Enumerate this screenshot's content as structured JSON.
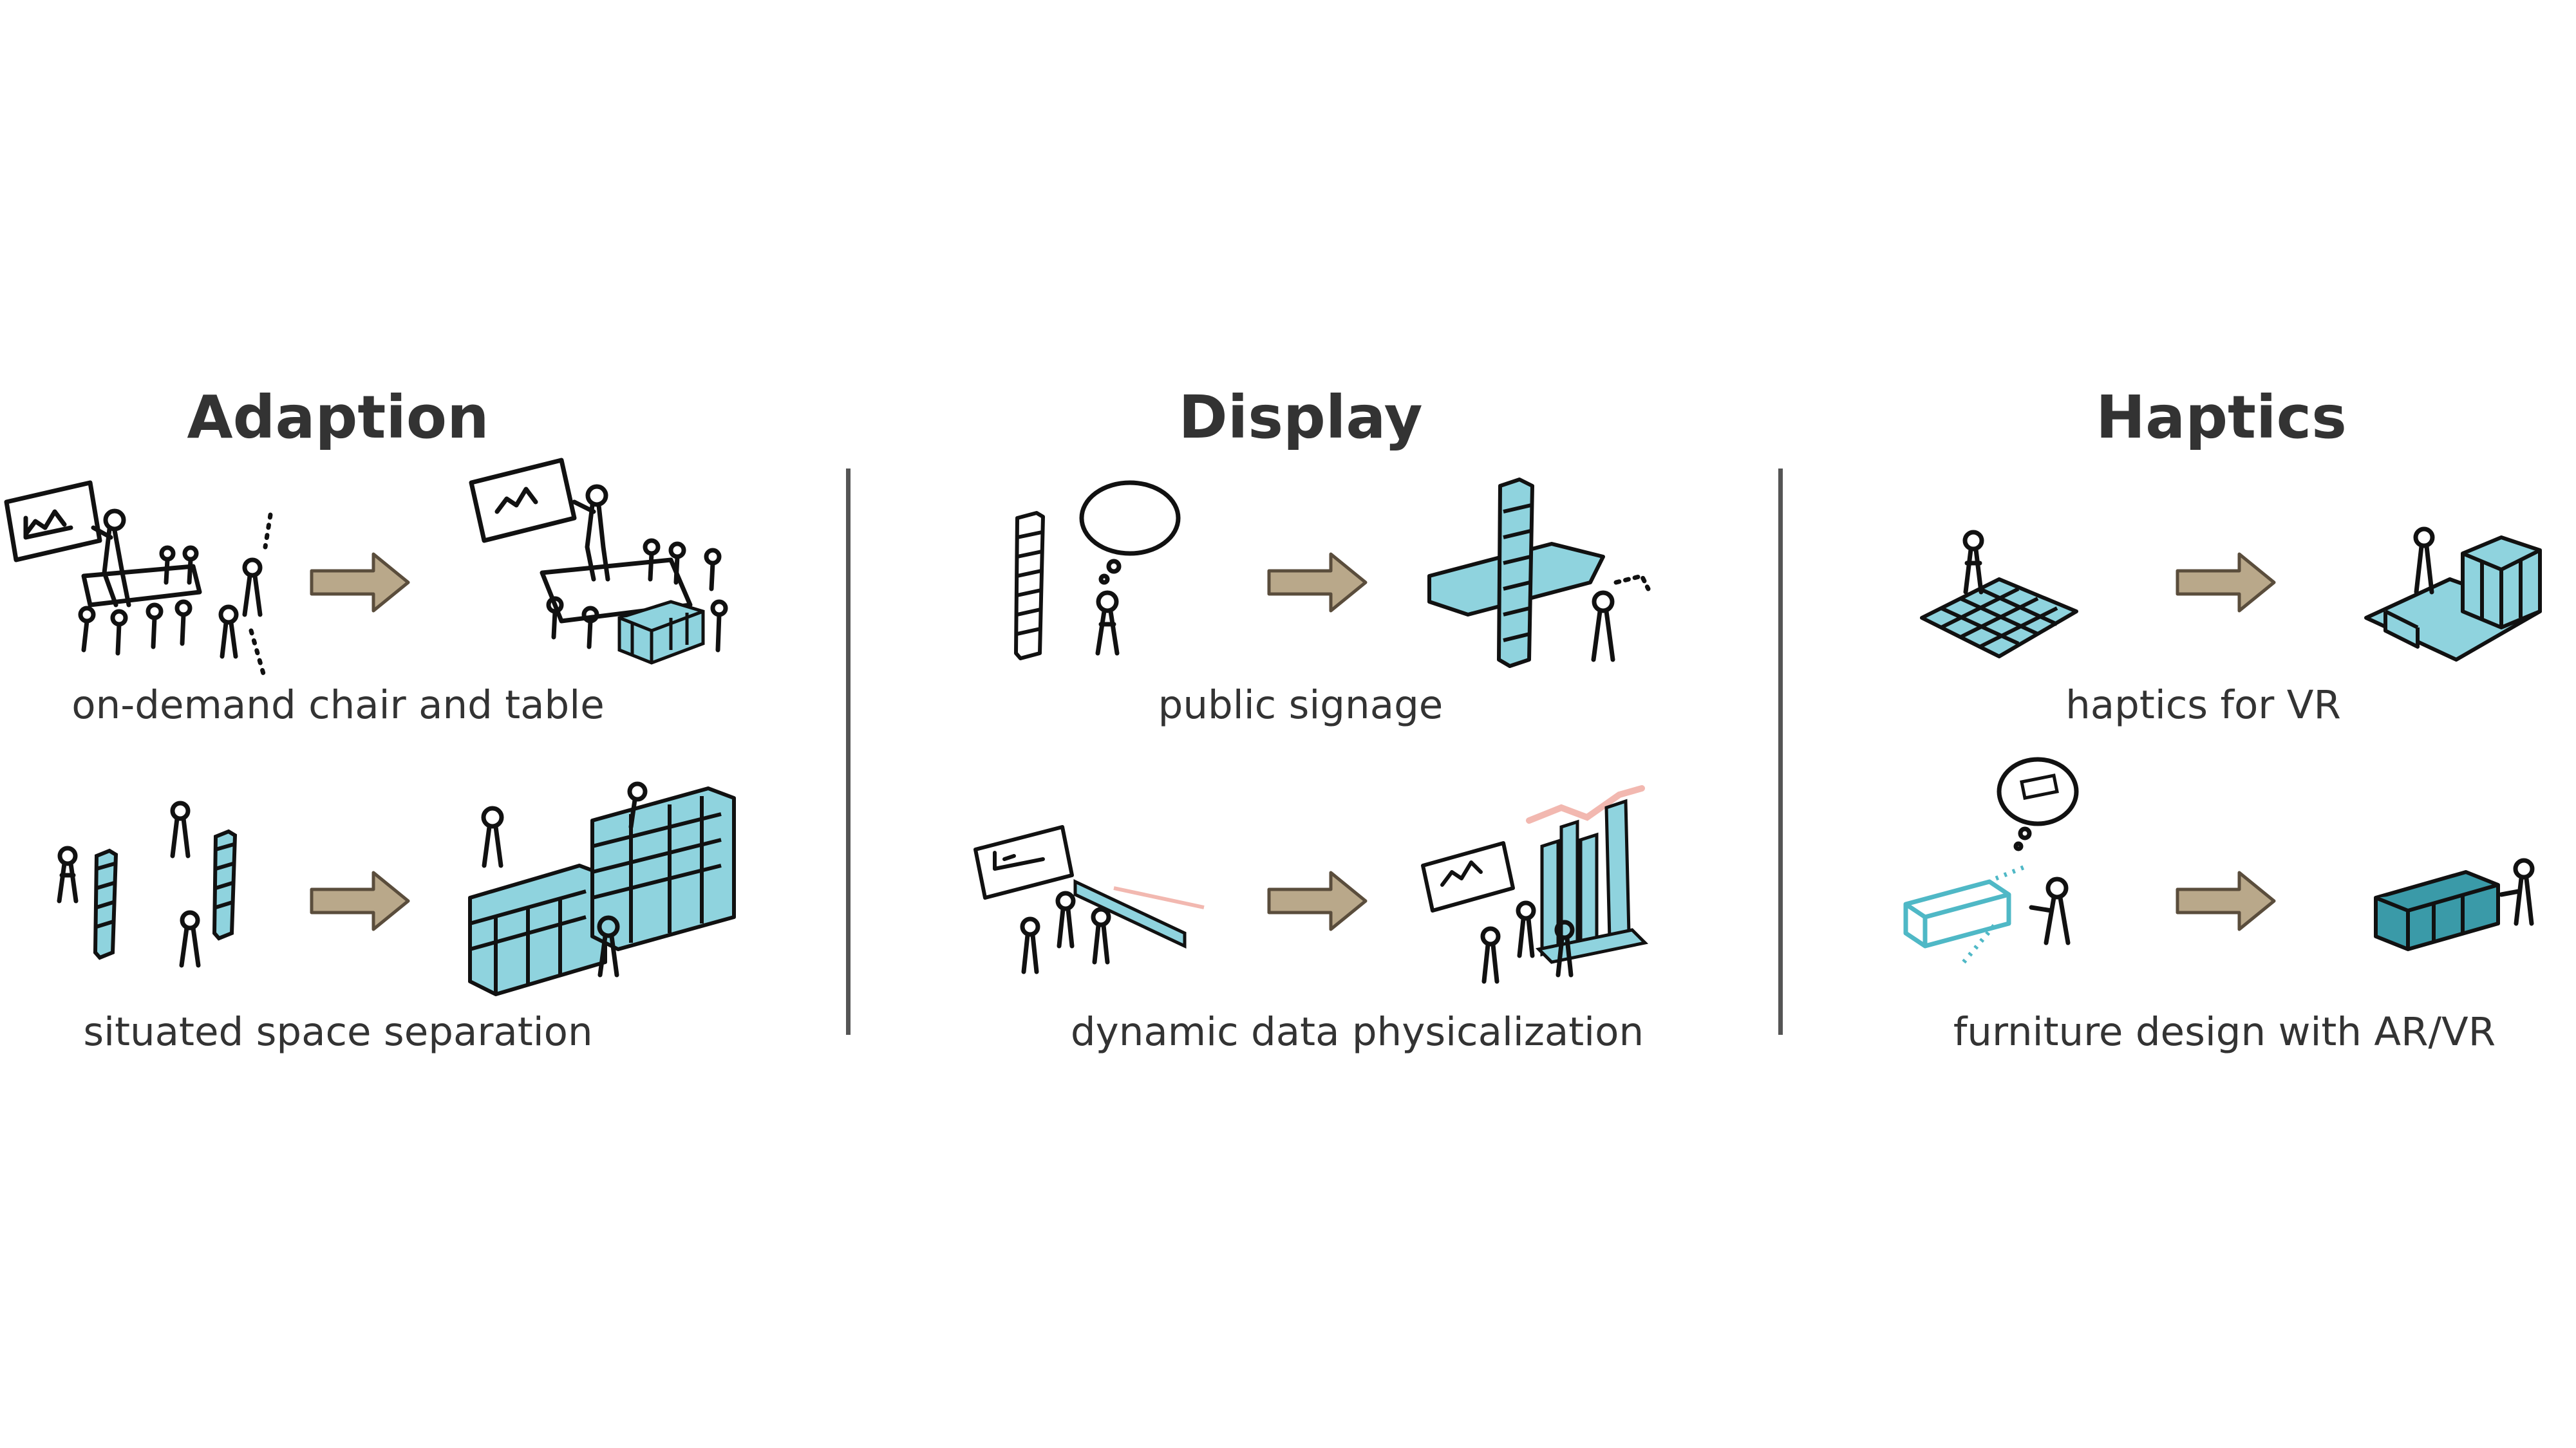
{
  "headings": {
    "adaption": "Adaption",
    "display": "Display",
    "haptics": "Haptics"
  },
  "captions": {
    "chair_table": "on-demand chair and table",
    "space_separation": "situated space separation",
    "public_signage": "public signage",
    "data_physicalization": "dynamic data physicalization",
    "haptics_vr": "haptics for VR",
    "furniture_design": "furniture design with AR/VR"
  },
  "colors": {
    "heading": "#333333",
    "ink": "#111111",
    "block_fill": "#8fd3de",
    "block_light": "#bfe6ec",
    "arrow_fill": "#b9a88a",
    "arrow_stroke": "#5a4d3c",
    "trend_pink": "#f2b8b0",
    "divider": "#555555"
  }
}
